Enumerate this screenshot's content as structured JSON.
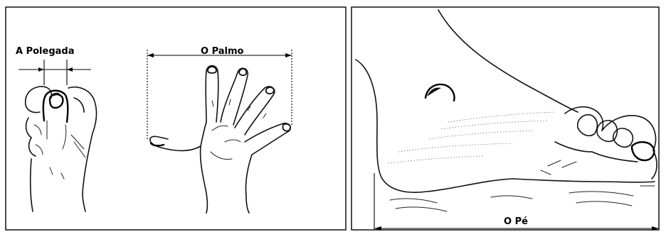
{
  "figure": {
    "panels": [
      {
        "id": "polegada",
        "label": "A Polegada"
      },
      {
        "id": "palmo",
        "label": "O Palmo"
      },
      {
        "id": "pe",
        "label": "O Pé"
      }
    ]
  }
}
